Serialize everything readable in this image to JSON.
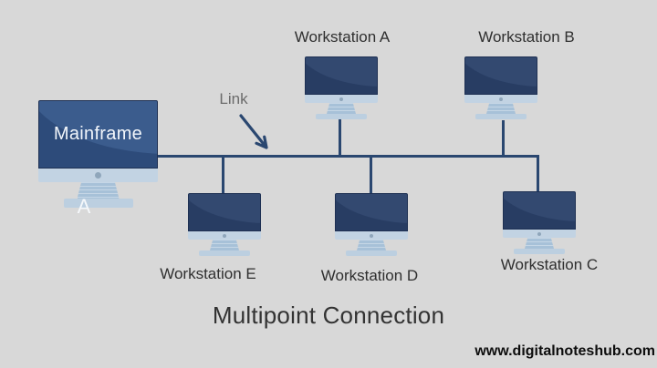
{
  "diagram": {
    "title": "Multipoint Connection",
    "watermark": "www.digitalnoteshub.com",
    "link_label": "Link",
    "mainframe": {
      "label": "Mainframe",
      "sub_label": "A"
    },
    "workstations": [
      {
        "id": "A",
        "label": "Workstation A"
      },
      {
        "id": "B",
        "label": "Workstation B"
      },
      {
        "id": "C",
        "label": "Workstation C"
      },
      {
        "id": "D",
        "label": "Workstation D"
      },
      {
        "id": "E",
        "label": "Workstation E"
      }
    ],
    "colors": {
      "background": "#d8d8d8",
      "line": "#2a4770",
      "screen": "#283d63",
      "screen_sheen": "#334970",
      "screen_border": "#1e3053",
      "mainframe_screen": "#2d4b7a",
      "mainframe_sheen": "#3b5c8d",
      "chin": "#c2d3e3",
      "stand_neck": "#a7c1d8",
      "stand_base": "#bccfe0",
      "dot": "#8fa6bb",
      "label_text": "#2f2f2f",
      "title_text": "#333333",
      "link_text": "#6b6b6b",
      "watermark_text": "#0d0d0d"
    }
  }
}
